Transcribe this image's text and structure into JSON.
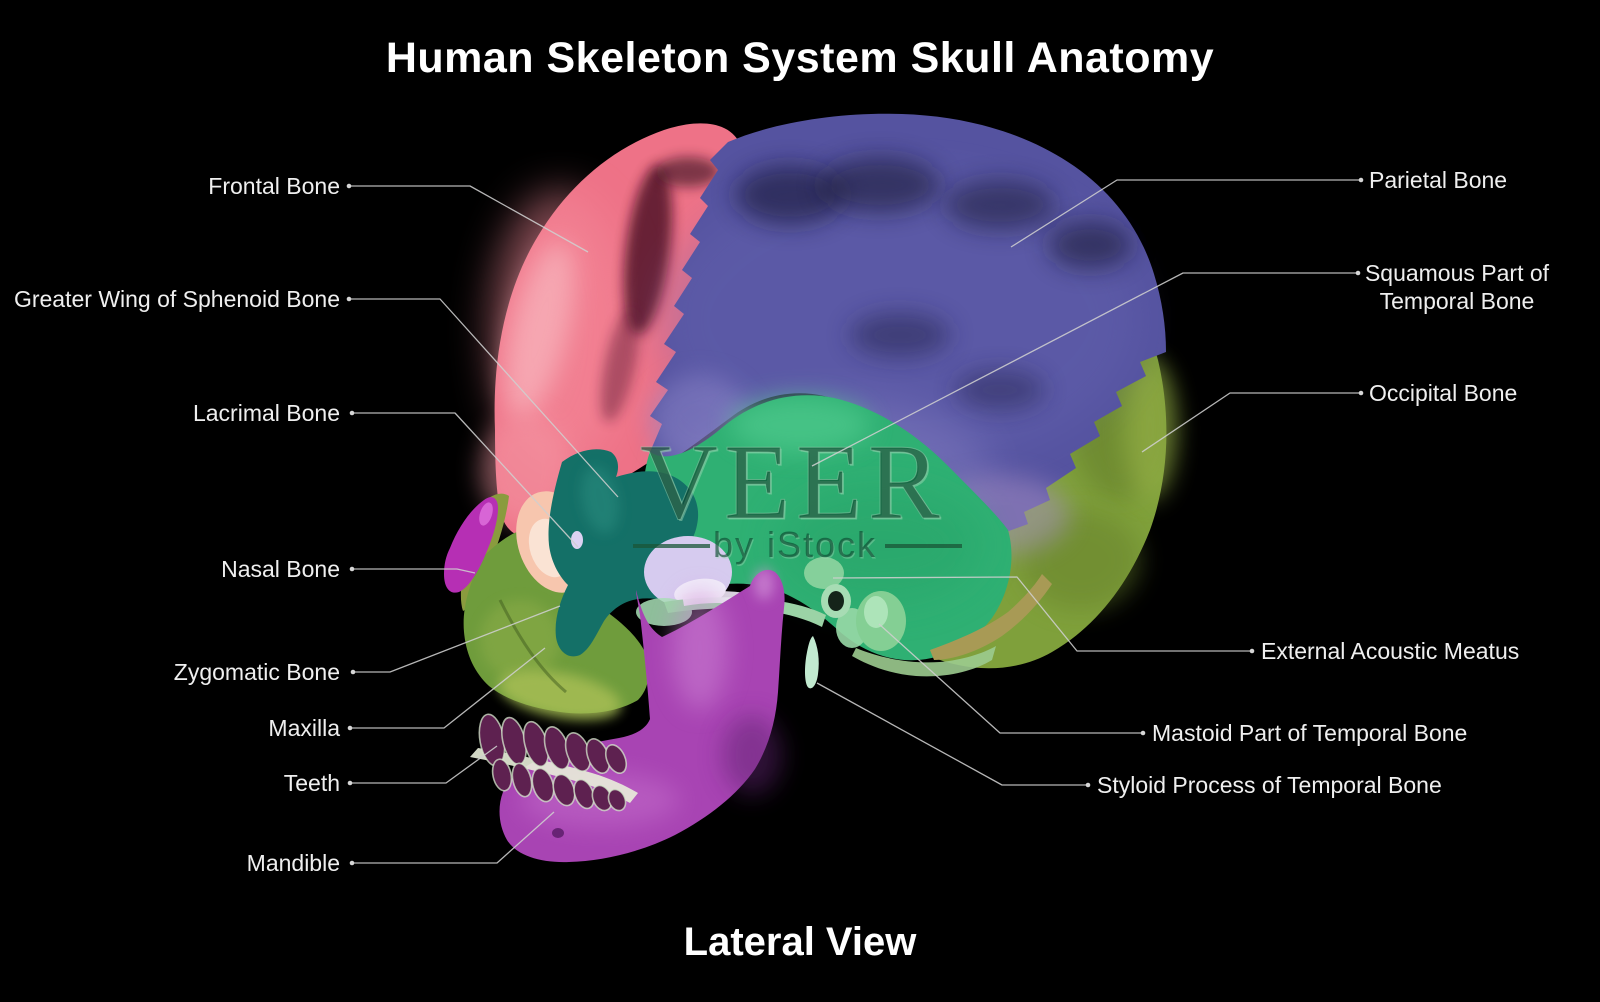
{
  "header": {
    "title": "Human Skeleton System Skull Anatomy"
  },
  "footer": {
    "view_label": "Lateral View"
  },
  "watermark": {
    "brand": "VEER",
    "subbrand": "by iStock"
  },
  "labels": {
    "left": [
      {
        "id": "frontal-bone",
        "text": "Frontal Bone"
      },
      {
        "id": "greater-wing-of-sphenoid-bone",
        "text": "Greater Wing of Sphenoid Bone"
      },
      {
        "id": "lacrimal-bone",
        "text": "Lacrimal Bone"
      },
      {
        "id": "nasal-bone",
        "text": "Nasal Bone"
      },
      {
        "id": "zygomatic-bone",
        "text": "Zygomatic Bone"
      },
      {
        "id": "maxilla",
        "text": "Maxilla"
      },
      {
        "id": "teeth",
        "text": "Teeth"
      },
      {
        "id": "mandible",
        "text": "Mandible"
      }
    ],
    "right": [
      {
        "id": "parietal-bone",
        "text": "Parietal Bone"
      },
      {
        "id": "squamous-part-of-temporal-bone",
        "text": "Squamous Part of Temporal Bone"
      },
      {
        "id": "occipital-bone",
        "text": "Occipital Bone"
      },
      {
        "id": "external-acoustic-meatus",
        "text": "External Acoustic Meatus"
      },
      {
        "id": "mastoid-part-of-temporal-bone",
        "text": "Mastoid Part of Temporal Bone"
      },
      {
        "id": "styloid-process-of-temporal-bone",
        "text": "Styloid Process of Temporal Bone"
      }
    ]
  },
  "bones": {
    "frontal": {
      "color": "#ee7287"
    },
    "parietal": {
      "color": "#5553a0"
    },
    "temporal_squamous": {
      "color": "#2fb073"
    },
    "occipital": {
      "color": "#7fa03b"
    },
    "sphenoid_zygomatic": {
      "color": "#147067"
    },
    "lacrimal": {
      "color": "#dcd2f2"
    },
    "nasal": {
      "color": "#b62fb4"
    },
    "maxilla": {
      "color": "#6f9c3c"
    },
    "teeth": {
      "color": "#5e2150"
    },
    "mandible": {
      "color": "#a844b3"
    },
    "mastoid": {
      "color": "#84cf94"
    },
    "styloid": {
      "color": "#c2ead0"
    },
    "external_acoustic_meatus": {
      "color": "#15241a"
    }
  }
}
